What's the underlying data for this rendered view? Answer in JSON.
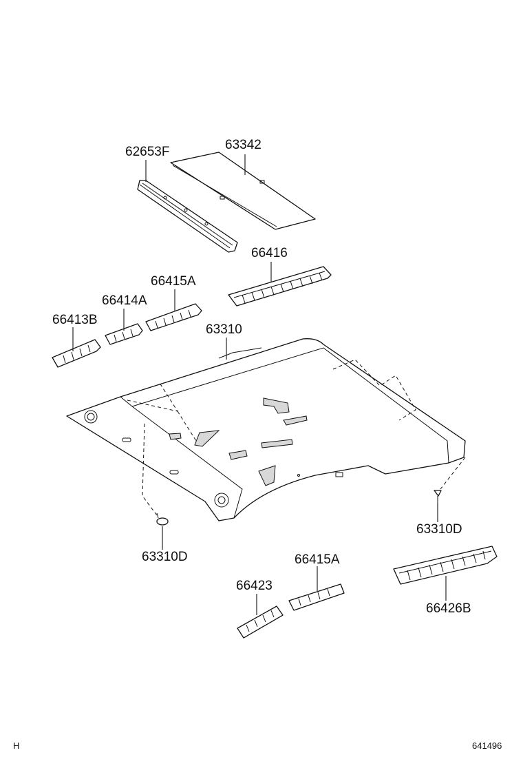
{
  "labels": {
    "p62653F": "62653F",
    "p63342": "63342",
    "p66416": "66416",
    "p66415A_top": "66415A",
    "p66414A": "66414A",
    "p66413B": "66413B",
    "p63310": "63310",
    "p63310D_left": "63310D",
    "p63310D_right": "63310D",
    "p66423": "66423",
    "p66415A_bottom": "66415A",
    "p66426B": "66426B"
  },
  "footer": {
    "left_mark": "H",
    "diagram_number": "641496"
  }
}
